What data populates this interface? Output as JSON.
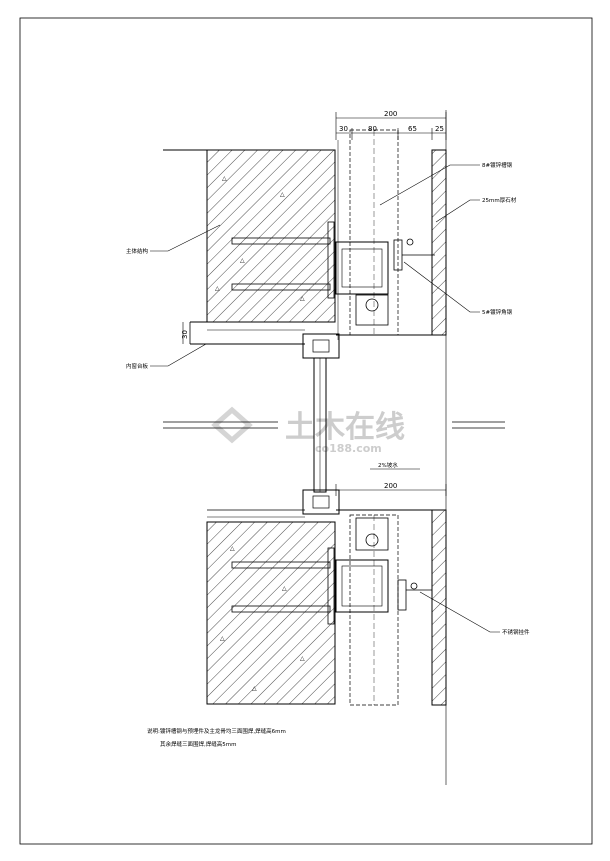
{
  "dimensions": {
    "top_total": "200",
    "top_segments": [
      "30",
      "80",
      "65",
      "25"
    ],
    "left_offset": "30",
    "bottom_total": "200"
  },
  "labels": {
    "main_structure": "主体结构",
    "window_sill": "内窗台板",
    "galv_channel": "8#镀锌槽钢",
    "stone": "25mm厚石材",
    "galv_angle": "5#镀锌角钢",
    "slope": "2%坡水",
    "stainless_pendant": "不锈钢挂件"
  },
  "notes": {
    "line1": "说明:镀锌槽钢与预埋件及主龙骨均三面围焊,焊缝高6mm",
    "line2": "其余焊缝三面围焊,焊缝高5mm"
  },
  "watermark": {
    "text": "土木在线",
    "sub": "co188.com"
  }
}
